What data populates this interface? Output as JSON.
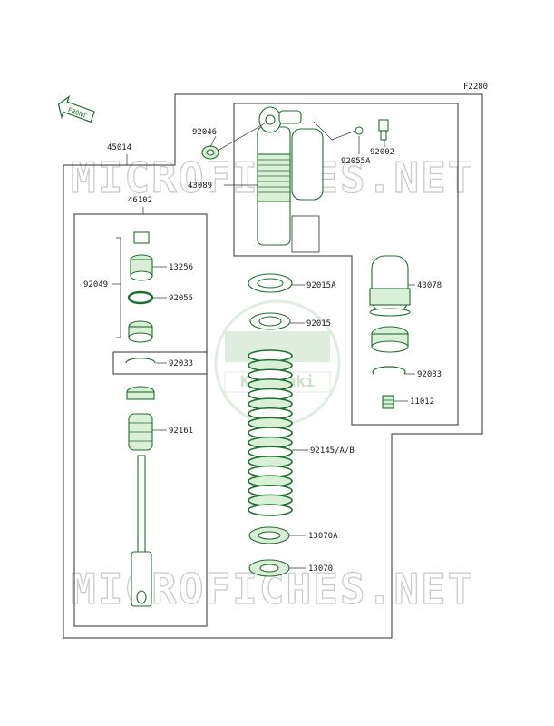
{
  "diagram": {
    "code": "F2280",
    "front_label": "FRONT",
    "watermark": "MICROFICHES.NET",
    "brand": "Kawasaki",
    "labels": {
      "p45014": "45014",
      "p46102": "46102",
      "p92046": "92046",
      "p43089": "43089",
      "p92055A": "92055A",
      "p92002": "92002",
      "p13256": "13256",
      "p92049": "92049",
      "p92055": "92055",
      "p92015A": "92015A",
      "p92015": "92015",
      "p43078": "43078",
      "p92033_left": "92033",
      "p92033_right": "92033",
      "p11012": "11012",
      "p92161": "92161",
      "p92145": "92145/A/B",
      "p13070A": "13070A",
      "p13070": "13070"
    },
    "colors": {
      "parts": "#1f6e2f",
      "fill": "#d9efd8",
      "lines": "#2f2f2f",
      "watermark": "#c8c8c8"
    }
  }
}
